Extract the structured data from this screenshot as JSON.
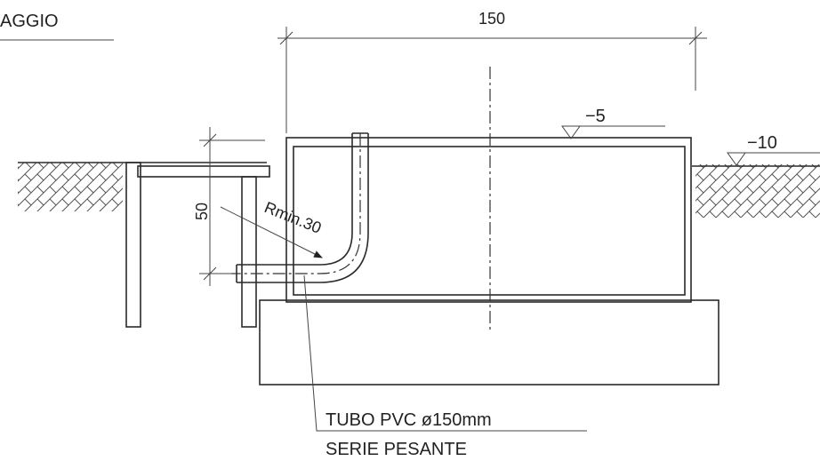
{
  "drawing": {
    "title_fragment": "AGGIO",
    "dim_width": "150",
    "dim_height": "50",
    "bend_radius": "Rmin.30",
    "level_top": "−5",
    "level_ground": "−10",
    "note_line1": "TUBO PVC ø150mm",
    "note_line2": "SERIE PESANTE"
  }
}
